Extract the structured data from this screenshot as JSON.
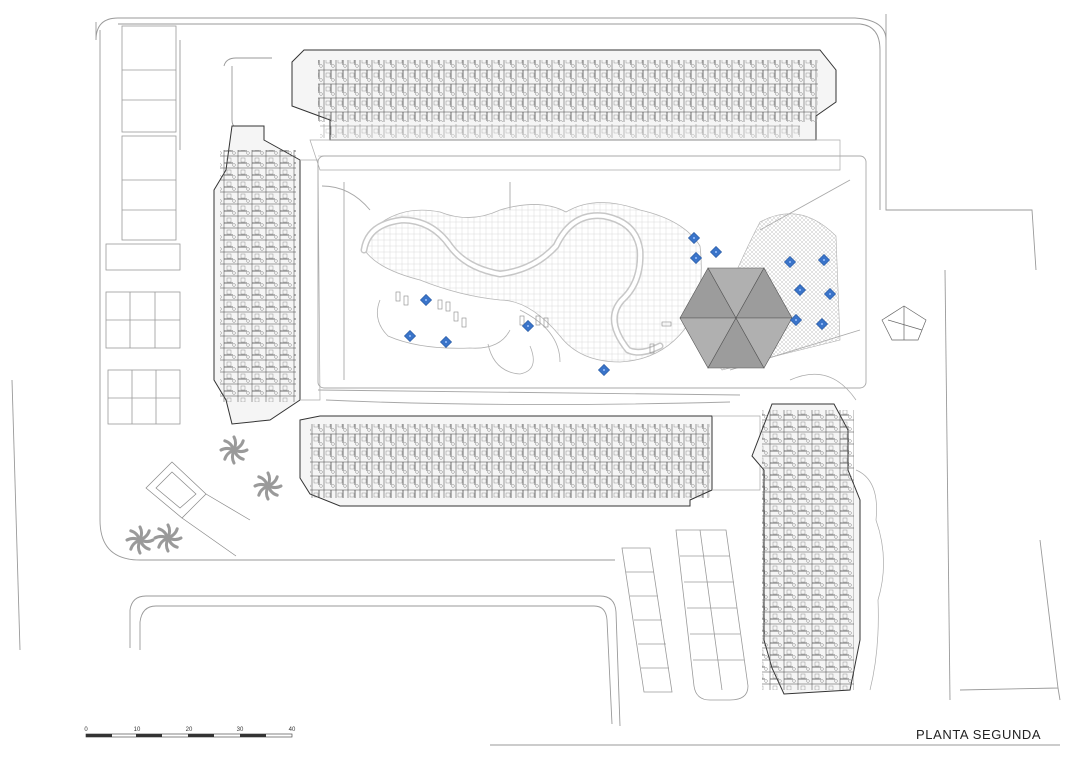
{
  "title": "PLANTA SEGUNDA",
  "scale_bar": {
    "ticks": [
      "0",
      "10",
      "20",
      "30",
      "40"
    ]
  },
  "colors": {
    "line": "#8a8a8a",
    "dark_line": "#333333",
    "building_fill": "#f2f2f2",
    "hatch": "#bdbdbd",
    "umbrella_blue": "#3a74c9",
    "palm": "#9a9a9a"
  },
  "icons": {
    "umbrella": "blue-umbrella-icon",
    "palm": "palm-tree-icon",
    "pergola": "pergola-roof-icon"
  }
}
